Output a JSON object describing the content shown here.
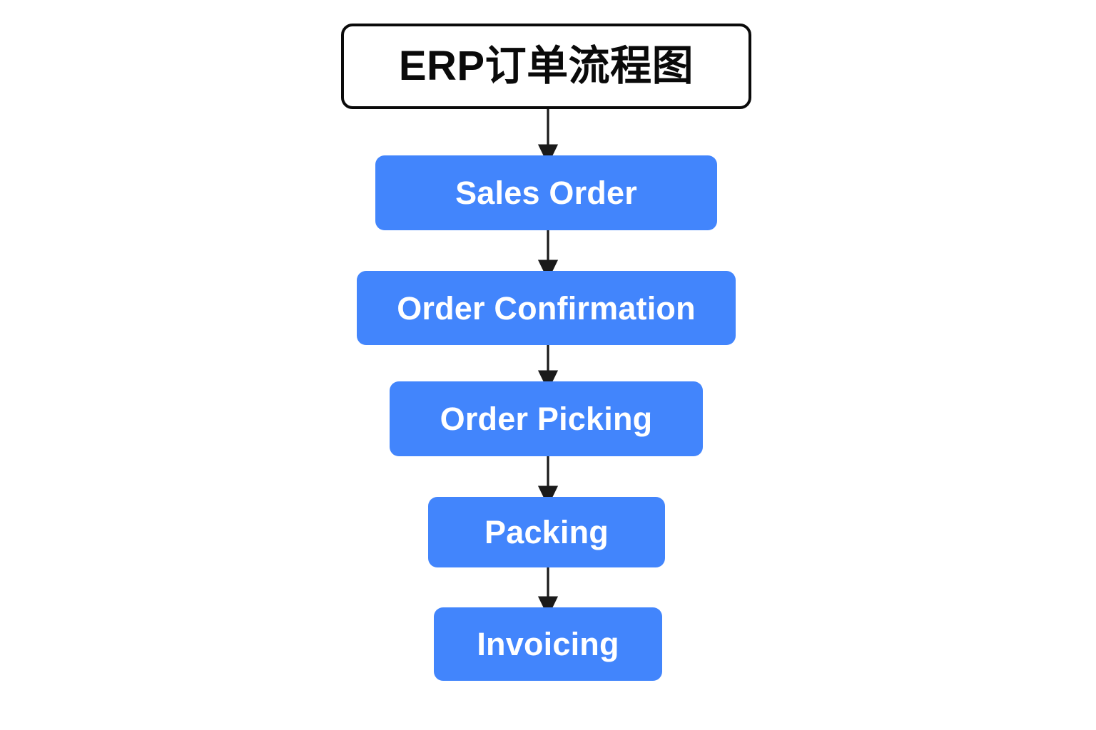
{
  "diagram": {
    "type": "flowchart",
    "orientation": "top-to-bottom",
    "background_color": "#ffffff",
    "title_node": {
      "label": "ERP订单流程图",
      "shape": "rounded-rectangle",
      "fill_color": "#ffffff",
      "border_color": "#0a0a0a",
      "text_color": "#0a0a0a"
    },
    "node_style": {
      "shape": "rounded-rectangle",
      "fill_color": "#4285fc",
      "text_color": "#ffffff"
    },
    "connector_style": {
      "line_color": "#1a1a1a",
      "arrow_head": "filled-triangle"
    },
    "nodes": [
      {
        "id": "sales-order",
        "label": "Sales Order"
      },
      {
        "id": "order-confirmation",
        "label": "Order Confirmation"
      },
      {
        "id": "order-picking",
        "label": "Order Picking"
      },
      {
        "id": "packing",
        "label": "Packing"
      },
      {
        "id": "invoicing",
        "label": "Invoicing"
      }
    ],
    "edges": [
      {
        "from": "title",
        "to": "sales-order"
      },
      {
        "from": "sales-order",
        "to": "order-confirmation"
      },
      {
        "from": "order-confirmation",
        "to": "order-picking"
      },
      {
        "from": "order-picking",
        "to": "packing"
      },
      {
        "from": "packing",
        "to": "invoicing"
      }
    ]
  }
}
